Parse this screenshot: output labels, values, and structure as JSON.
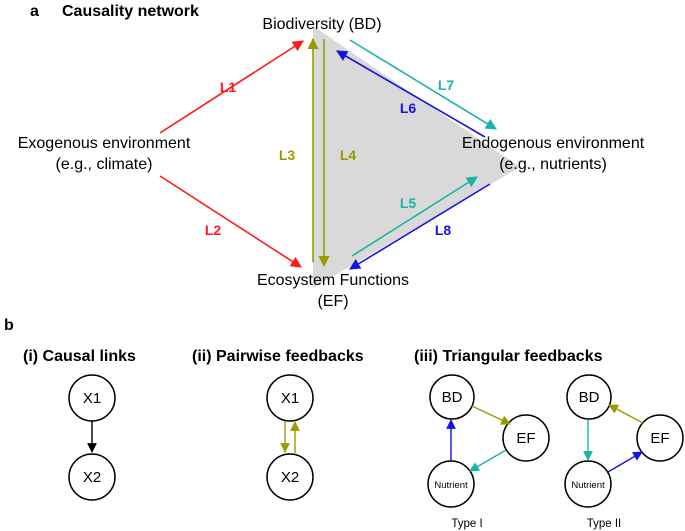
{
  "panel_a": {
    "letter": "a",
    "title": "Causality network",
    "nodes": {
      "bd": "Biodiversity (BD)",
      "exo_1": "Exogenous environment",
      "exo_2": "(e.g., climate)",
      "endo_1": "Endogenous environment",
      "endo_2": "(e.g., nutrients)",
      "ef_1": "Ecosystem Functions",
      "ef_2": "(EF)"
    },
    "links": {
      "l1": "L1",
      "l2": "L2",
      "l3": "L3",
      "l4": "L4",
      "l5": "L5",
      "l6": "L6",
      "l7": "L7",
      "l8": "L8"
    }
  },
  "panel_b": {
    "letter": "b",
    "causal": {
      "title": "(i) Causal links",
      "top": "X1",
      "bottom": "X2"
    },
    "pairwise": {
      "title": "(ii) Pairwise feedbacks",
      "top": "X1",
      "bottom": "X2"
    },
    "triangular": {
      "title": "(iii) Triangular feedbacks",
      "type1": {
        "bd": "BD",
        "ef": "EF",
        "nutrient": "Nutrient",
        "label": "Type I"
      },
      "type2": {
        "bd": "BD",
        "ef": "EF",
        "nutrient": "Nutrient",
        "label": "Type II"
      }
    }
  },
  "colors": {
    "red": "#ff1a1a",
    "olive": "#999900",
    "teal": "#1ab3a6",
    "blue": "#1414e0",
    "black": "#000000",
    "triangle": "#d9d9d9"
  }
}
